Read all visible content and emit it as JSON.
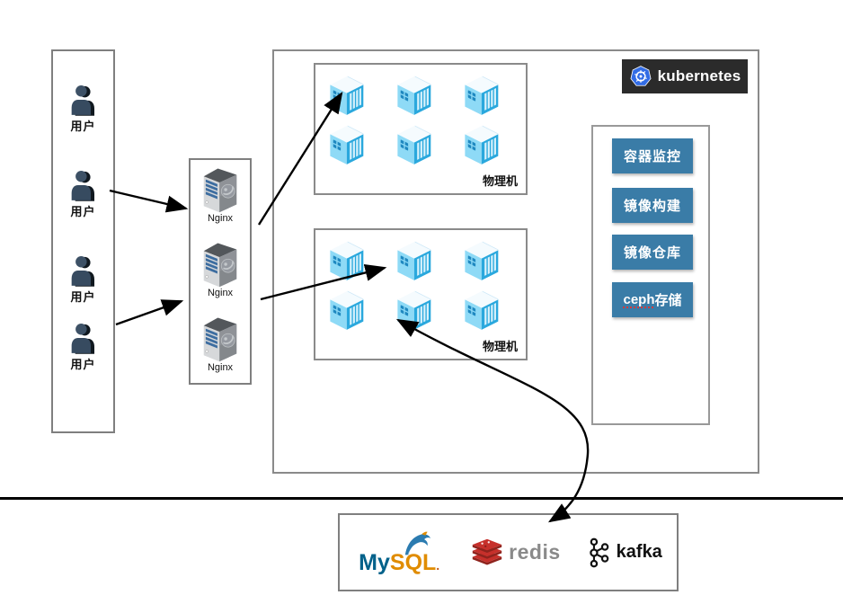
{
  "users_panel": {
    "items": [
      {
        "label": "用户"
      },
      {
        "label": "用户"
      },
      {
        "label": "用户"
      },
      {
        "label": "用户"
      }
    ]
  },
  "nginx_panel": {
    "items": [
      {
        "label": "Nginx"
      },
      {
        "label": "Nginx"
      },
      {
        "label": "Nginx"
      }
    ]
  },
  "k8s": {
    "badge_label": "kubernetes",
    "machines": [
      {
        "label": "物理机",
        "container_count": 6
      },
      {
        "label": "物理机",
        "container_count": 6
      }
    ],
    "services": [
      {
        "label": "容器监控"
      },
      {
        "label": "镜像构建"
      },
      {
        "label": "镜像仓库"
      },
      {
        "label": "ceph存储",
        "underlined_part": "ceph",
        "rest": "存储"
      }
    ]
  },
  "middleware": {
    "mysql": {
      "text_my": "My",
      "text_sql": "SQL",
      "dot": "."
    },
    "redis": {
      "label": "redis"
    },
    "kafka": {
      "label": "kafka"
    }
  },
  "colors": {
    "service_button_blue": "#3a7ca7",
    "cube_blue": "#2aa8dd",
    "kubernetes_blue": "#326ce5",
    "badge_background": "#2b2b2b",
    "redis_red": "#c6302b",
    "mysql_blue": "#00618a",
    "mysql_orange": "#e08c00",
    "box_border_gray": "#8a8a8a"
  }
}
